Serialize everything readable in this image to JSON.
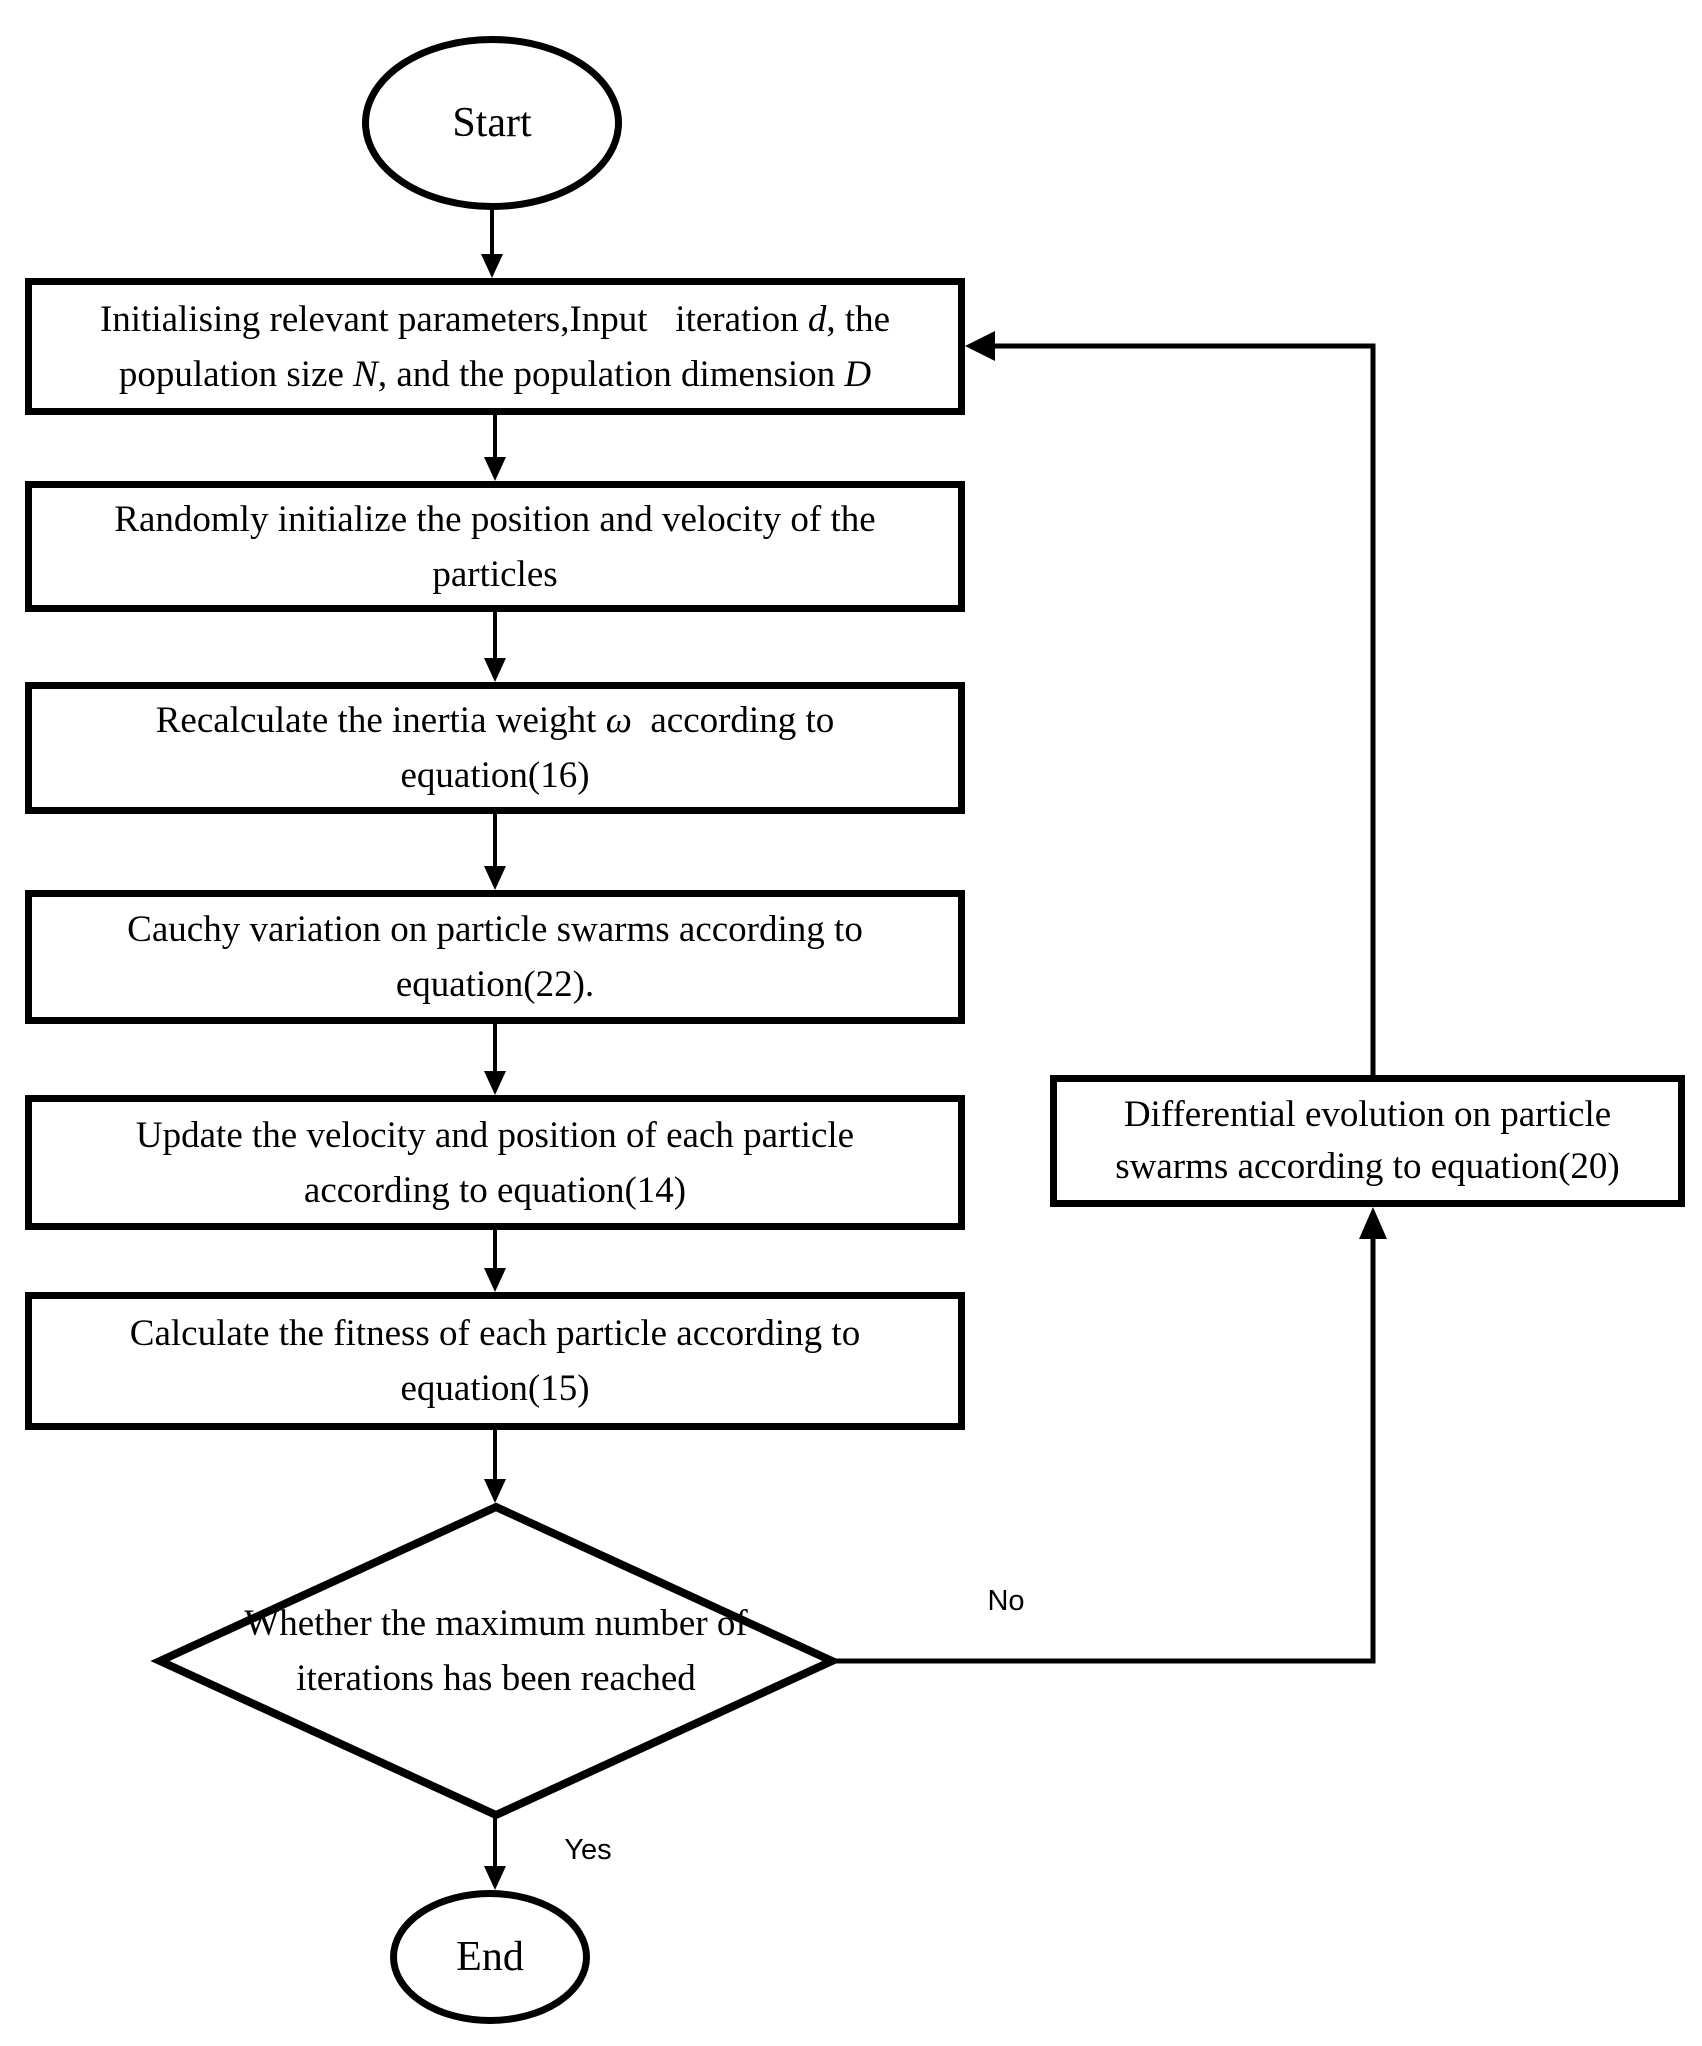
{
  "figure": {
    "type": "flowchart",
    "background_color": "#ffffff",
    "line_color": "#000000"
  },
  "nodes": {
    "start": {
      "label": "Start"
    },
    "init": {
      "l1s1": "Initialising relevant parameters,Input   iteration ",
      "l1s2": "d",
      "l1s3": ", the",
      "l2s1": "population size ",
      "l2s2": "N",
      "l2s3": ", and the population dimension ",
      "l2s4": "D"
    },
    "random_init": {
      "l1": "Randomly initialize the position and velocity of the",
      "l2": "particles"
    },
    "inertia": {
      "l1s1": "Recalculate the inertia weight ",
      "l1s2": "ω",
      "l1s3": "  according to",
      "l2": "equation(16)"
    },
    "cauchy": {
      "l1": "Cauchy variation on particle swarms according to",
      "l2": "equation(22)."
    },
    "update": {
      "l1": "Update the velocity and position of each particle",
      "l2": "according to equation(14)"
    },
    "fitness": {
      "l1": "Calculate the fitness of each particle according to",
      "l2": "equation(15)"
    },
    "decision": {
      "l1": "Whether the maximum number of",
      "l2": "iterations has been reached"
    },
    "diff_evolution": {
      "l1": "Differential evolution on particle",
      "l2": "swarms according to equation(20)"
    },
    "end": {
      "label": "End"
    }
  },
  "edges": {
    "no_label": "No",
    "yes_label": "Yes"
  }
}
